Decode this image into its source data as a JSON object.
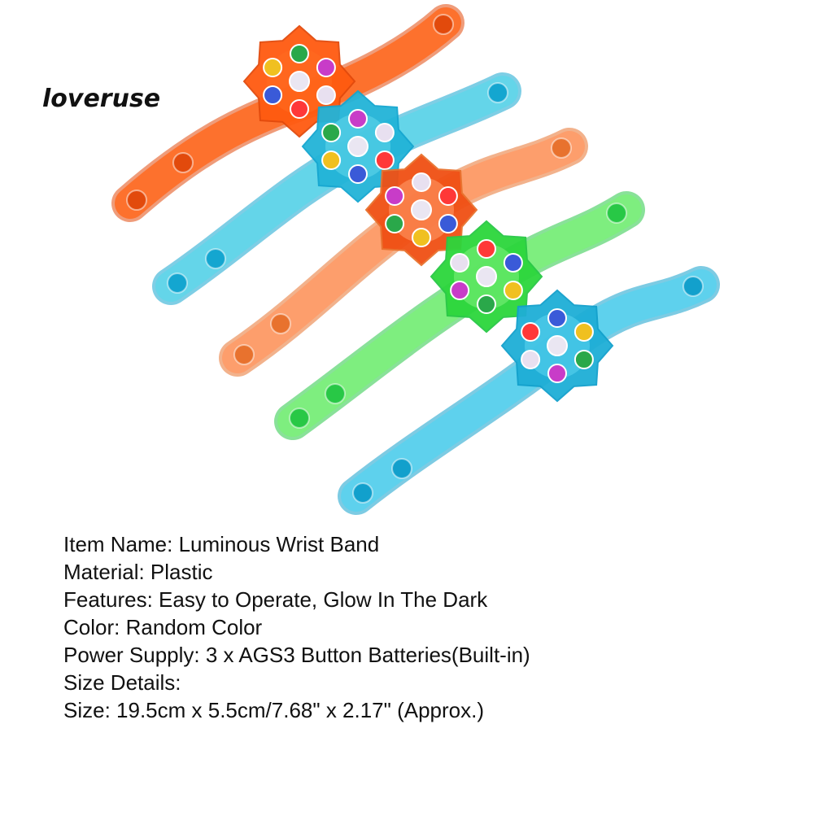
{
  "brand": "loveruse",
  "bands": [
    {
      "strap": "#ff6a20",
      "hub": "#ff5a10",
      "rivet": "#e24a0c"
    },
    {
      "strap": "#5fd6ea",
      "hub": "#22b4d8",
      "rivet": "#14a6d0"
    },
    {
      "strap": "#ff9a66",
      "hub": "#f05014",
      "rivet": "#e8722e"
    },
    {
      "strap": "#7cf07a",
      "hub": "#2cd63c",
      "rivet": "#28c846"
    },
    {
      "strap": "#58d2ee",
      "hub": "#1eaed6",
      "rivet": "#12a0cc"
    }
  ],
  "gem_colors": [
    "#2aa84a",
    "#c83cc8",
    "#e8e0f0",
    "#ff3838",
    "#3a5ad8",
    "#f0c020"
  ],
  "specs": [
    "Item Name: Luminous Wrist Band",
    "Material: Plastic",
    "Features: Easy to Operate, Glow In The Dark",
    "Color: Random Color",
    "Power Supply: 3 x AGS3 Button Batteries(Built-in)",
    "Size Details:",
    "Size: 19.5cm x 5.5cm/7.68\" x 2.17\" (Approx.)"
  ]
}
